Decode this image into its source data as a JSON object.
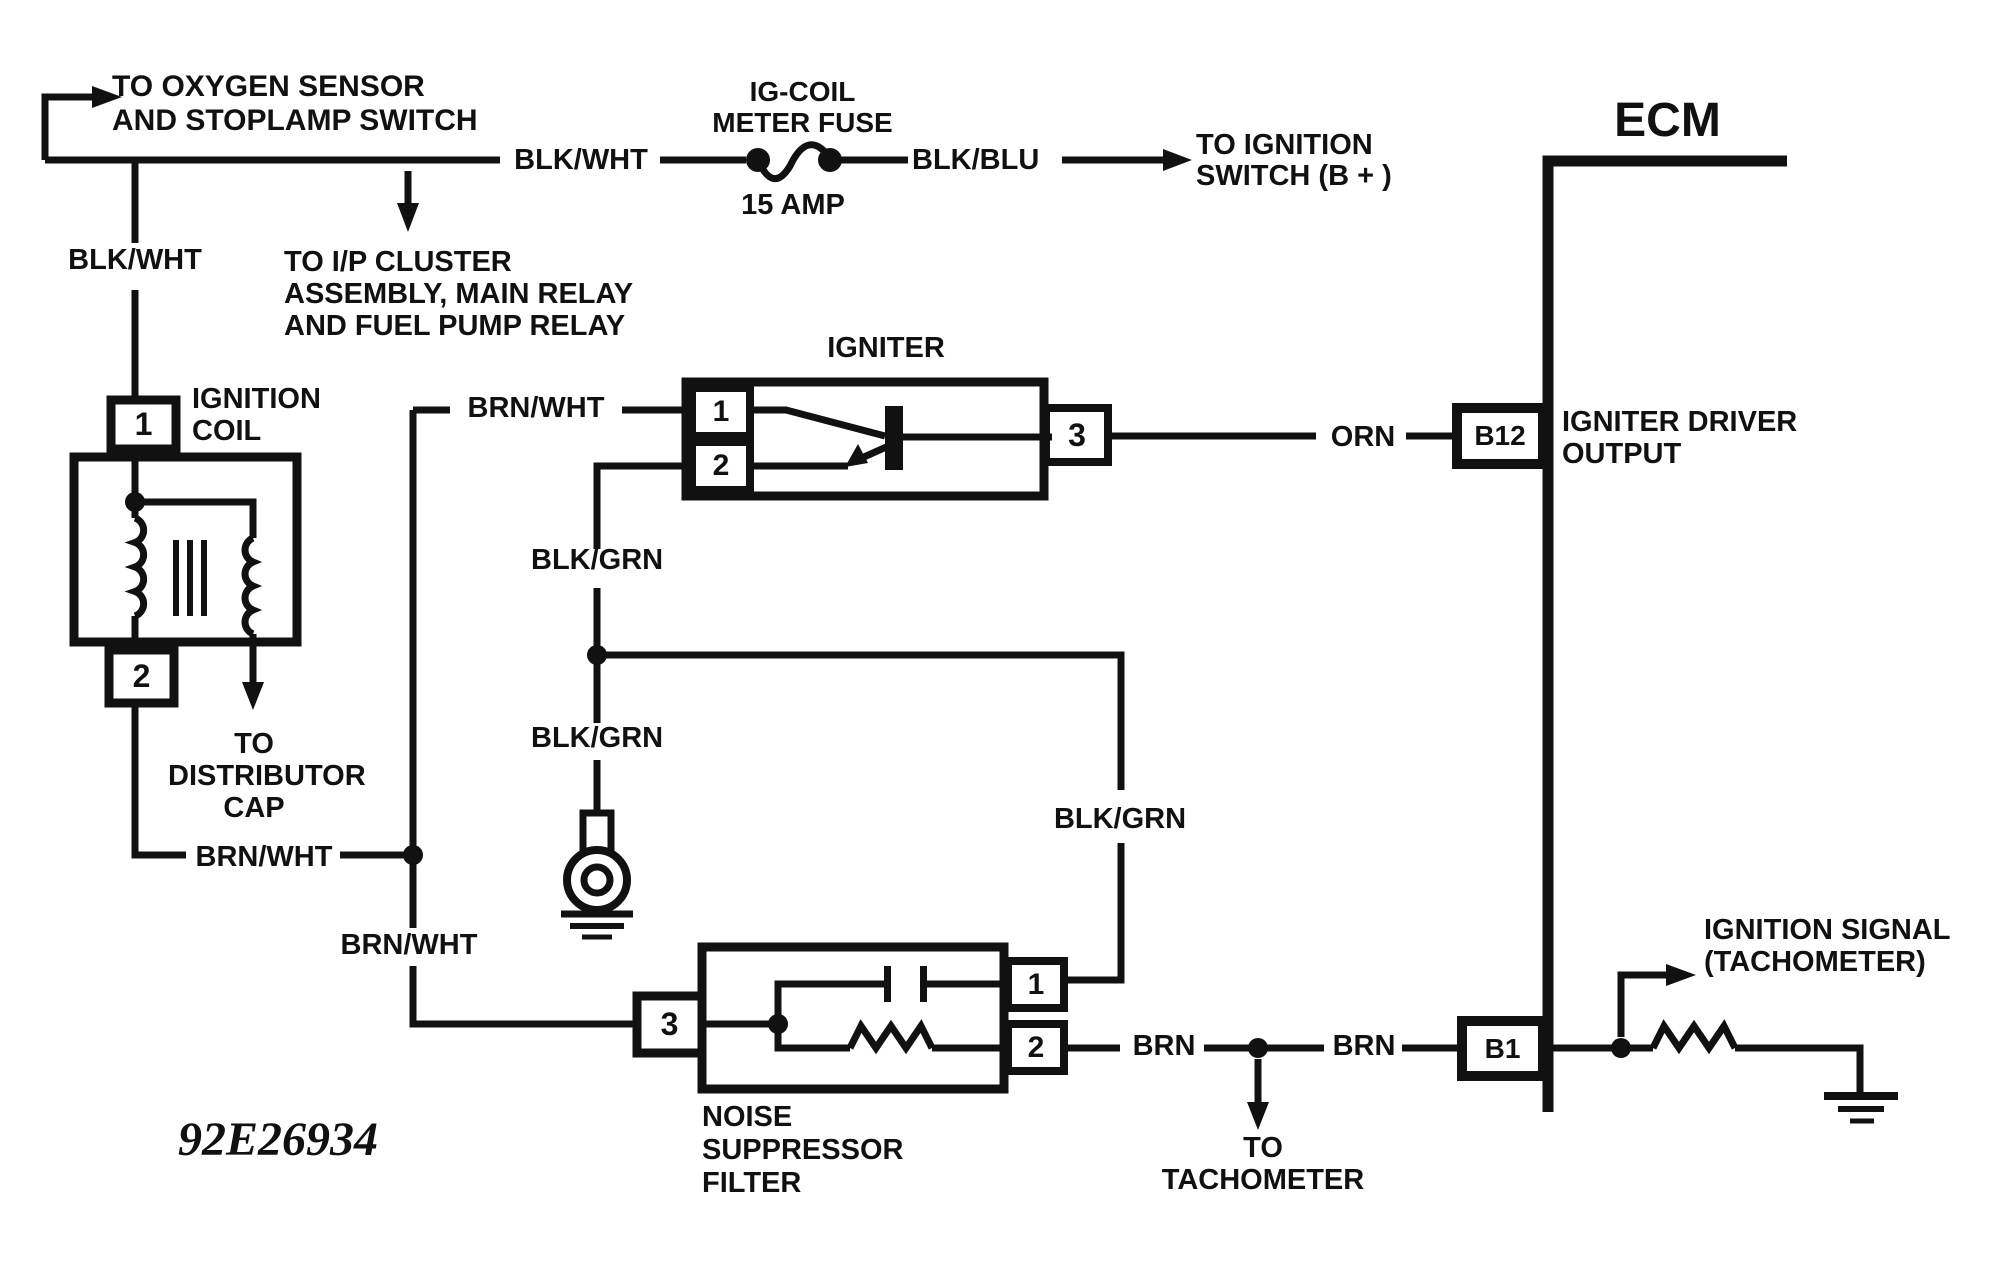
{
  "figure_id": "92E26934",
  "palette": {
    "ink": "#111111",
    "paper": "#ffffff"
  },
  "top": {
    "oxygen_dest": "TO OXYGEN SENSOR\nAND STOPLAMP SWITCH",
    "bus_wire": "BLK/WHT",
    "coil_drop_wire": "BLK/WHT",
    "ip_cluster_dest": "TO I/P CLUSTER\nASSEMBLY, MAIN RELAY\nAND FUEL PUMP RELAY",
    "fuse_name": "IG-COIL\nMETER FUSE",
    "fuse_rating": "15 AMP",
    "fuse_out_wire": "BLK/BLU",
    "ignition_switch_dest": "TO IGNITION\nSWITCH (B + )"
  },
  "ecm": {
    "title": "ECM",
    "b12": "B12",
    "b12_label": "IGNITER DRIVER\nOUTPUT",
    "b1": "B1"
  },
  "coil": {
    "title": "IGNITION\nCOIL",
    "pin1": "1",
    "pin2": "2",
    "distributor_dest": "TO\nDISTRIBUTOR\nCAP",
    "out_wire": "BRN/WHT"
  },
  "igniter": {
    "title": "IGNITER",
    "pin1": "1",
    "pin2": "2",
    "pin3": "3",
    "in_wire": "BRN/WHT",
    "out_wire": "ORN"
  },
  "blk_grn": {
    "upper": "BLK/GRN",
    "lower": "BLK/GRN",
    "right": "BLK/GRN"
  },
  "filter": {
    "title": "NOISE\nSUPPRESSOR\nFILTER",
    "pin1": "1",
    "pin2": "2",
    "pin3": "3",
    "in_wire": "BRN/WHT",
    "out_left": "BRN",
    "out_right": "BRN"
  },
  "tach": {
    "to_tach_dest": "TO\nTACHOMETER",
    "signal_label": "IGNITION SIGNAL\n(TACHOMETER)"
  }
}
